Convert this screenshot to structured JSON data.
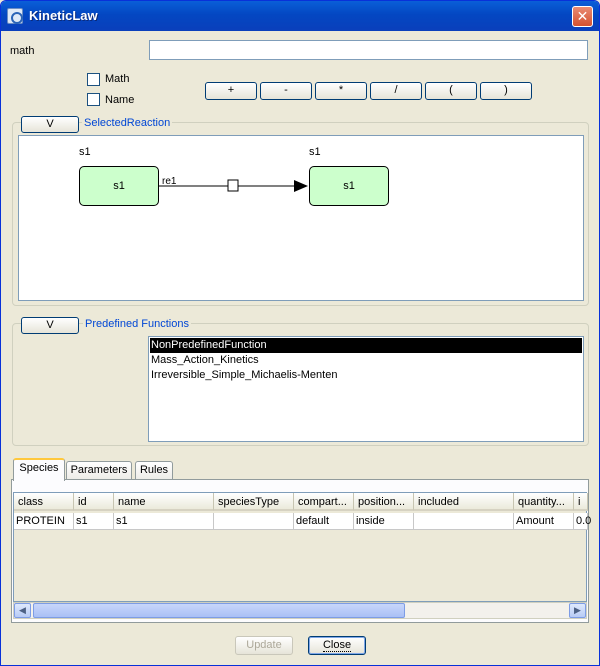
{
  "window": {
    "title": "KineticLaw",
    "close_glyph": "✕"
  },
  "math": {
    "label": "math",
    "value": "",
    "math_checkbox": "Math",
    "name_checkbox": "Name"
  },
  "operators": [
    "+",
    "-",
    "*",
    "/",
    "(",
    ")"
  ],
  "reaction": {
    "toggle_label": "V",
    "title": "SelectedReaction",
    "reactant": {
      "name": "s1",
      "label": "s1"
    },
    "product": {
      "name": "s1",
      "label": "s1"
    },
    "reaction_label": "re1"
  },
  "functions": {
    "toggle_label": "V",
    "title": "Predefined Functions",
    "items": [
      "NonPredefinedFunction",
      "Mass_Action_Kinetics",
      "Irreversible_Simple_Michaelis-Menten"
    ],
    "selected_index": 0
  },
  "tabs": [
    "Species",
    "Parameters",
    "Rules"
  ],
  "active_tab": 0,
  "table": {
    "columns": [
      "class",
      "id",
      "name",
      "speciesType",
      "compart...",
      "position...",
      "included",
      "quantity...",
      "i"
    ],
    "rows": [
      [
        "PROTEIN",
        "s1",
        "s1",
        "",
        "default",
        "inside",
        "",
        "Amount",
        "0.0"
      ]
    ]
  },
  "scroll": {
    "left_arrow": "◀",
    "right_arrow": "▶"
  },
  "buttons": {
    "update": "Update",
    "close": "Close"
  },
  "colors": {
    "species_fill": "#ccffcc",
    "title_link": "#0046d5",
    "selection": "#000000"
  }
}
